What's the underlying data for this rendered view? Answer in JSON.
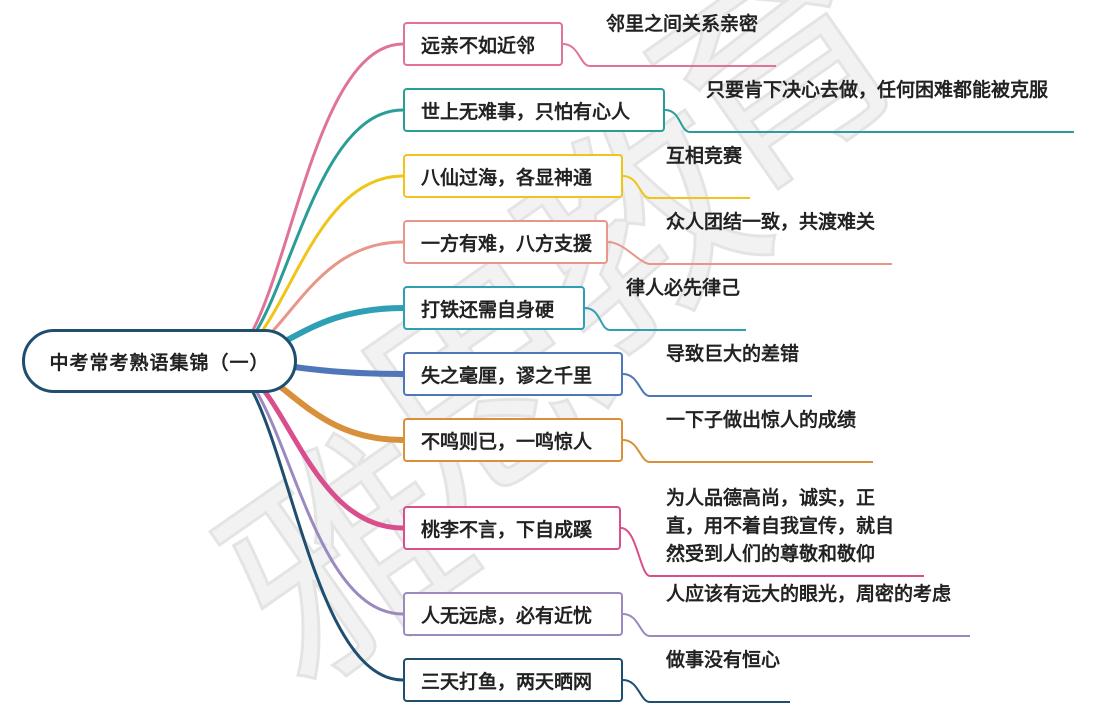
{
  "root": {
    "label": "中考常考熟语集锦（一）",
    "color": "#1f4e6e"
  },
  "watermark_text": "雅思教育",
  "branches": [
    {
      "idiom": "远亲不如近邻",
      "meaning": [
        "邻里之间关系亲密"
      ],
      "color": "#e0739a"
    },
    {
      "idiom": "世上无难事，只怕有心人",
      "meaning": [
        "只要肯下决心去做，任何困难都能被克服"
      ],
      "color": "#2a9d96"
    },
    {
      "idiom": "八仙过海，各显神通",
      "meaning": [
        "互相竞赛"
      ],
      "color": "#f0c419"
    },
    {
      "idiom": "一方有难，八方支援",
      "meaning": [
        "众人团结一致，共渡难关"
      ],
      "color": "#e8958a"
    },
    {
      "idiom": "打铁还需自身硬",
      "meaning": [
        "律人必先律己"
      ],
      "color": "#2f9fb5"
    },
    {
      "idiom": "失之毫厘，谬之千里",
      "meaning": [
        "导致巨大的差错"
      ],
      "color": "#4e76b8"
    },
    {
      "idiom": "不鸣则已，一鸣惊人",
      "meaning": [
        "一下子做出惊人的成绩"
      ],
      "color": "#d8903a"
    },
    {
      "idiom": "桃李不言，下自成蹊",
      "meaning": [
        "为人品德高尚，诚实，正",
        "直，用不着自我宣传，就自",
        "然受到人们的尊敬和敬仰"
      ],
      "color": "#d94f8e"
    },
    {
      "idiom": "人无远虑，必有近忧",
      "meaning": [
        "人应该有远大的眼光，周密的考虑"
      ],
      "color": "#9b89c0"
    },
    {
      "idiom": "三天打鱼，两天晒网",
      "meaning": [
        "做事没有恒心"
      ],
      "color": "#1f4e6e"
    }
  ]
}
